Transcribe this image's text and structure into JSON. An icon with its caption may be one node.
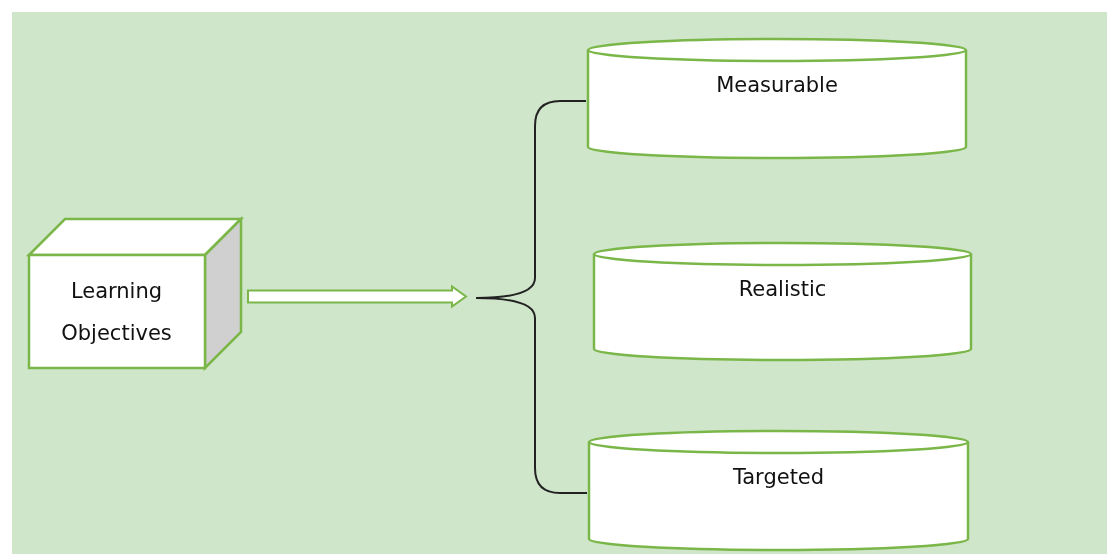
{
  "diagram": {
    "nodes": [
      {
        "text": [
          "Learning Objectives"
        ]
      },
      {
        "text": [
          "Measurable"
        ]
      },
      {
        "text": [
          "Realistic"
        ]
      },
      {
        "text": [
          "Targeted"
        ]
      }
    ],
    "edges": [
      {
        "from": 0,
        "to": null,
        "arrow": "to"
      },
      {
        "from": null,
        "to": 1,
        "arrow": "none"
      },
      {
        "from": null,
        "to": 3,
        "arrow": "none"
      }
    ]
  }
}
